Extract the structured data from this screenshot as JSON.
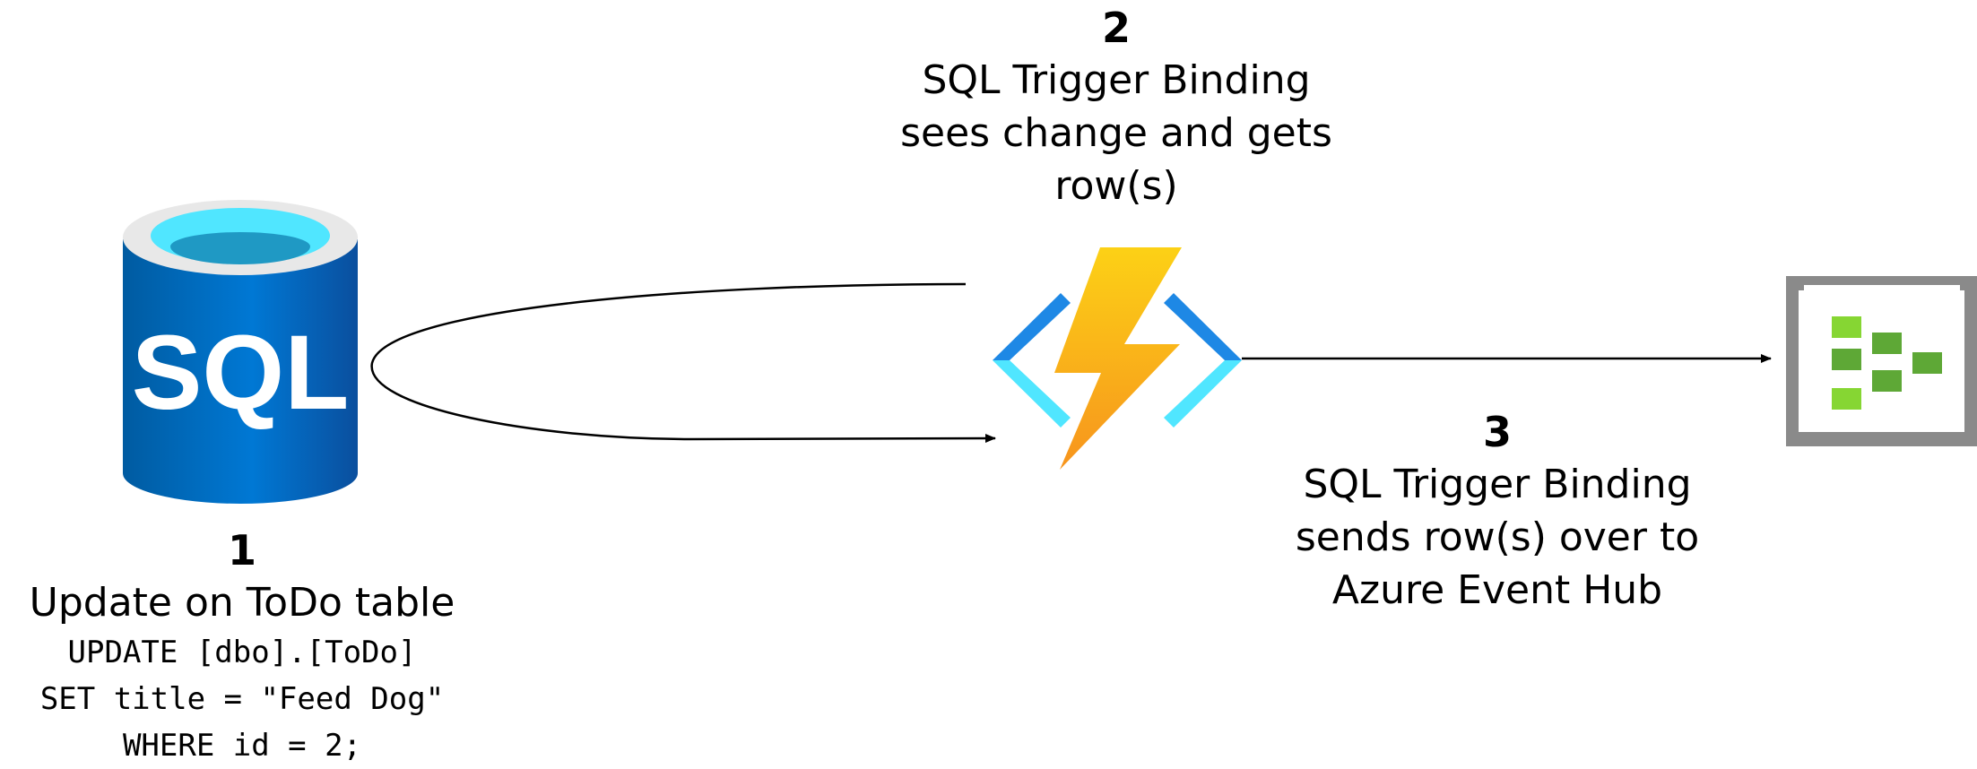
{
  "step1": {
    "number": "1",
    "title": "Update on ToDo table",
    "code": [
      "UPDATE [dbo].[ToDo]",
      "SET title = \"Feed Dog\"",
      "WHERE id = 2;"
    ]
  },
  "step2": {
    "number": "2",
    "lines": [
      "SQL Trigger Binding",
      "sees change and gets",
      "row(s)"
    ]
  },
  "step3": {
    "number": "3",
    "lines": [
      "SQL Trigger Binding",
      "sends row(s) over to",
      "Azure Event Hub"
    ]
  },
  "icons": {
    "database": {
      "label": "SQL",
      "body_color": "#1565c0",
      "top_color": "#50e6ff"
    },
    "function": {
      "bolt_top": "#fcd116",
      "bolt_bottom": "#f7941d",
      "bracket_dark": "#1e88e5",
      "bracket_light": "#50e6ff"
    },
    "event_hub": {
      "frame_color": "#8a8a8a",
      "block_color": "#5ea836",
      "block_light": "#86d633"
    }
  }
}
